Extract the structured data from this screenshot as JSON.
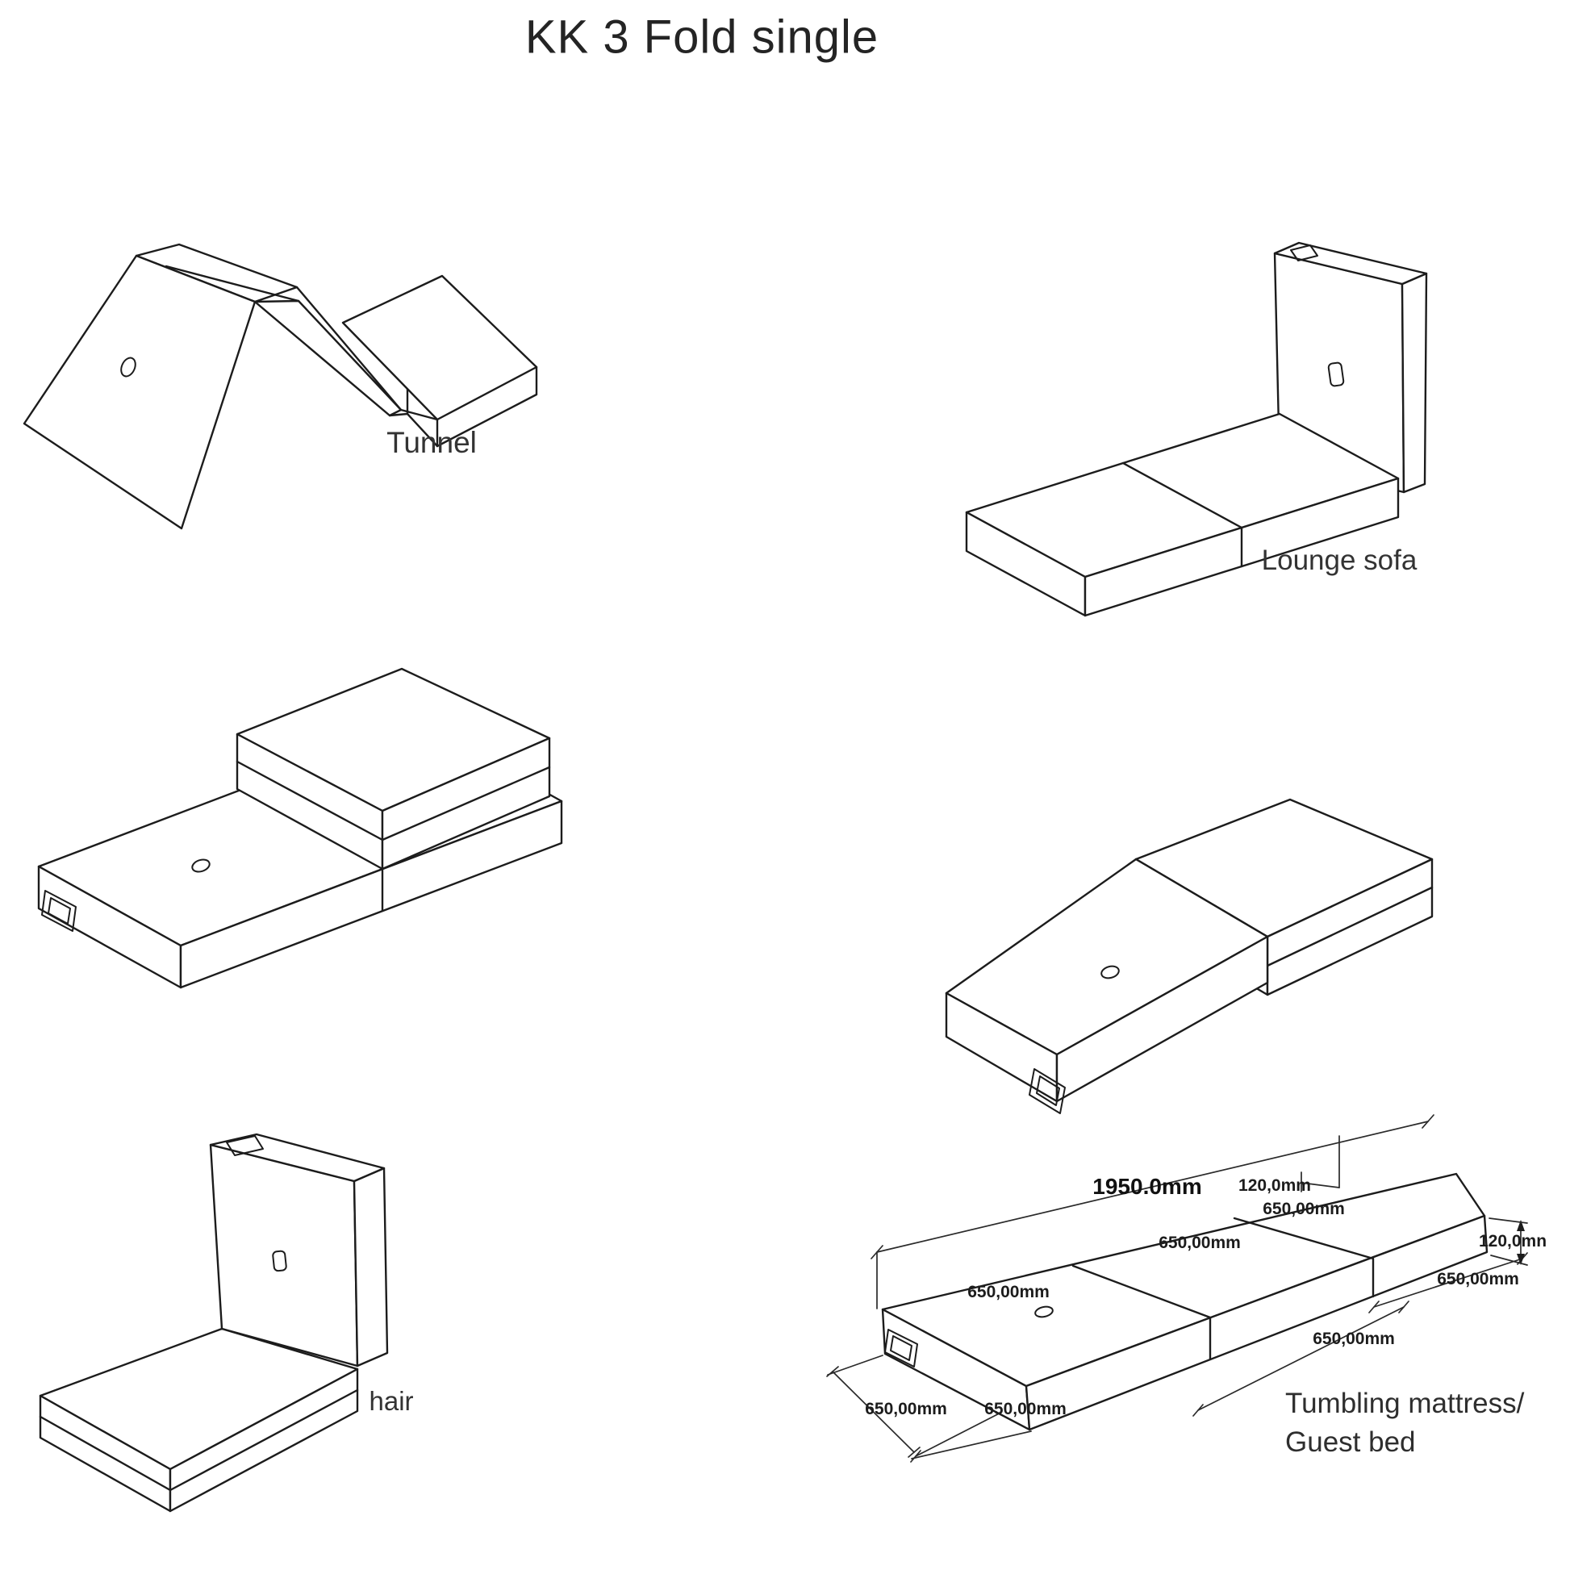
{
  "title": "KK 3 Fold single",
  "figures": {
    "tunnel": {
      "label": "Tunnel"
    },
    "lounge_sofa": {
      "label": "Lounge sofa"
    },
    "step_fold": {
      "label": ""
    },
    "slope_fold": {
      "label": ""
    },
    "chair": {
      "label": "hair"
    },
    "guest_bed": {
      "label_lines": [
        "Tumbling mattress/",
        "Guest bed"
      ],
      "dimensions": {
        "overall_length": "1950.0mm",
        "end_thickness_top": "120,0mm",
        "end_thickness_right": "120,0mn",
        "segment1_top": "650,00mm",
        "segment2_top": "650,00mm",
        "segment3_top": "650,00mm",
        "segment1_front": "650,00mm",
        "segment2_front": "650,00mm",
        "segment3_front": "650,00mm",
        "width_left": "650,00mm"
      }
    }
  }
}
